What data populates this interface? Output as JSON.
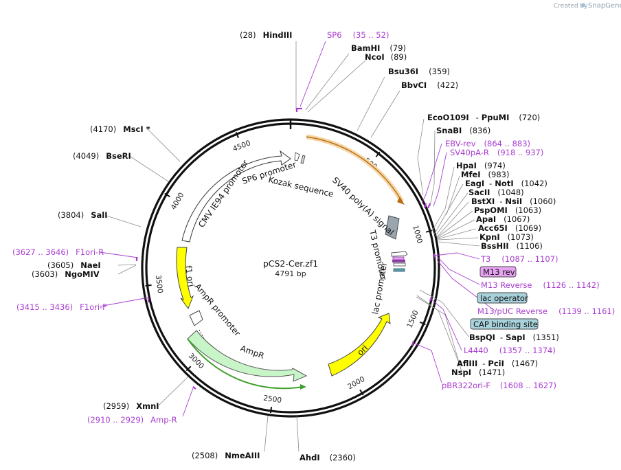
{
  "credit": {
    "text": "Created by",
    "brand": "SnapGene"
  },
  "plasmid": {
    "name": "pCS2-Cer.zf1",
    "size": "4791 bp"
  },
  "ticks": [
    "500",
    "1000",
    "1500",
    "2000",
    "2500",
    "3000",
    "3500",
    "4000",
    "4500"
  ],
  "restriction_sites": [
    {
      "pos": "(28)",
      "name": "HindIII"
    },
    {
      "pos": "(79)",
      "name": "BamHI"
    },
    {
      "pos": "(89)",
      "name": "NcoI"
    },
    {
      "pos": "(359)",
      "name": "Bsu36I"
    },
    {
      "pos": "(422)",
      "name": "BbvCI"
    },
    {
      "pos": "(720)",
      "name": "EcoO109I",
      "name2": "PpuMI"
    },
    {
      "pos": "(836)",
      "name": "SnaBI"
    },
    {
      "pos": "(974)",
      "name": "HpaI"
    },
    {
      "pos": "(983)",
      "name": "MfeI"
    },
    {
      "pos": "(1042)",
      "name": "EagI",
      "name2": "NotI"
    },
    {
      "pos": "(1048)",
      "name": "SacII"
    },
    {
      "pos": "(1060)",
      "name": "BstXI",
      "name2": "NsiI"
    },
    {
      "pos": "(1063)",
      "name": "PspOMI"
    },
    {
      "pos": "(1067)",
      "name": "ApaI"
    },
    {
      "pos": "(1069)",
      "name": "Acc65I"
    },
    {
      "pos": "(1073)",
      "name": "KpnI"
    },
    {
      "pos": "(1106)",
      "name": "BssHII"
    },
    {
      "pos": "(1351)",
      "name": "BspQI",
      "name2": "SapI"
    },
    {
      "pos": "(1467)",
      "name": "AflIII",
      "name2": "PciI"
    },
    {
      "pos": "(1471)",
      "name": "NspI"
    },
    {
      "pos": "(2360)",
      "name": "AhdI"
    },
    {
      "pos": "(2508)",
      "name": "NmeAIII"
    },
    {
      "pos": "(2959)",
      "name": "XmnI"
    },
    {
      "pos": "(3603)",
      "name": "NgoMIV"
    },
    {
      "pos": "(3605)",
      "name": "NaeI"
    },
    {
      "pos": "(3804)",
      "name": "SalI"
    },
    {
      "pos": "(4049)",
      "name": "BseRI"
    },
    {
      "pos": "(4170)",
      "name": "MscI *"
    }
  ],
  "primers": [
    {
      "name": "SP6",
      "range": "(35 .. 52)"
    },
    {
      "name": "EBV-rev",
      "range": "(864 .. 883)"
    },
    {
      "name": "SV40pA-R",
      "range": "(918 .. 937)"
    },
    {
      "name": "T3",
      "range": "(1087 .. 1107)"
    },
    {
      "name": "M13 Reverse",
      "range": "(1126 .. 1142)"
    },
    {
      "name": "M13/pUC Reverse",
      "range": "(1139 .. 1161)"
    },
    {
      "name": "L4440",
      "range": "(1357 .. 1374)"
    },
    {
      "name": "pBR322ori-F",
      "range": "(1608 .. 1627)"
    },
    {
      "name": "Amp-R",
      "range": "(2910 .. 2929)"
    },
    {
      "name": "F1ori-F",
      "range": "(3415 .. 3436)"
    },
    {
      "name": "F1ori-R",
      "range": "(3627 .. 3646)"
    }
  ],
  "boxed_features": [
    {
      "label": "M13 rev",
      "color": "#e7a3f2"
    },
    {
      "label": "lac operator",
      "color": "#a7d2dc"
    },
    {
      "label": "CAP binding site",
      "color": "#a7d2dc"
    }
  ],
  "features": {
    "cmv": "CMV IE94 promoter",
    "sp6": "SP6 promoter",
    "kozak": "Kozak sequence",
    "sv40": "SV40 poly(A) signal",
    "t3": "T3 promoter",
    "lac": "lac promoter",
    "ori": "ori",
    "f1ori": "f1 ori",
    "ampr_promoter": "AmpR promoter",
    "ampr": "AmpR"
  },
  "colors": {
    "primer": "#a93cd0",
    "backbone": "#111111",
    "orange_feature": "#f0a830",
    "yellow_feature": "#ffff00",
    "ampr_fill": "#c8f5c8",
    "ampr_highlight": "#3ea02a",
    "signal_gray": "#9aa5ad"
  }
}
